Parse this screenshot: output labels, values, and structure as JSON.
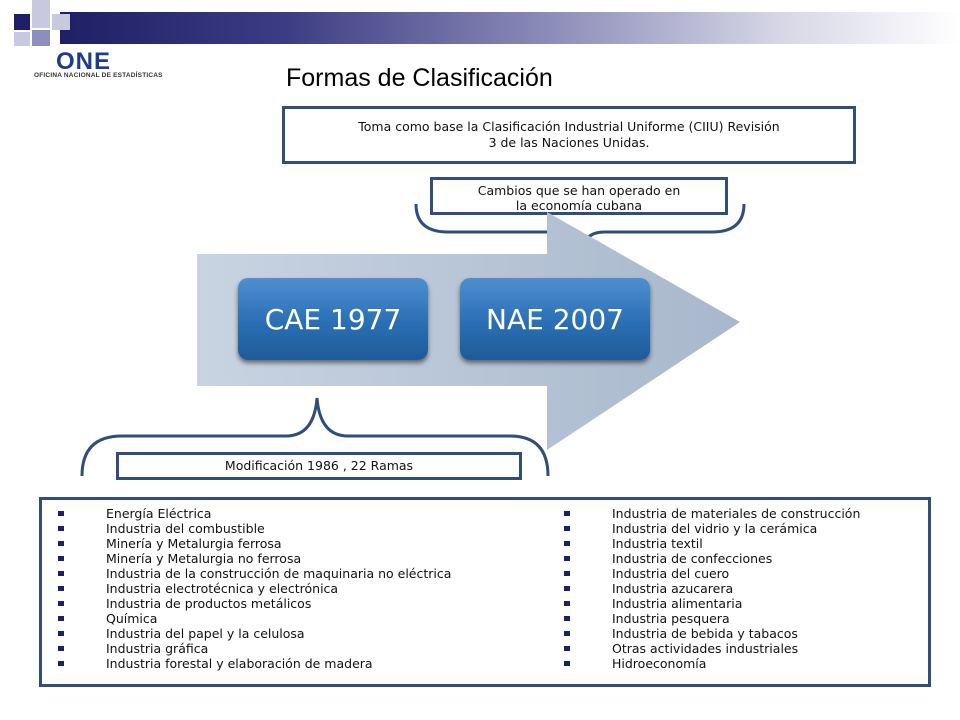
{
  "logo": {
    "mark": "ONE",
    "subtitle": "OFICINA NACIONAL DE ESTADÍSTICAS"
  },
  "title": "Formas de Clasificación",
  "top_box": {
    "line1": "Toma como base la Clasificación Industrial Uniforme (CIIU) Revisión",
    "line2": "3 de las Naciones Unidas."
  },
  "mid_box": {
    "line1": "Cambios que se han operado en",
    "line2": "la economía cubana"
  },
  "stages": [
    "CAE 1977",
    "NAE 2007"
  ],
  "mod_box": "Modificación 1986 , 22 Ramas",
  "colors": {
    "accent": "#2a6fb4",
    "border": "#2f4f7a",
    "header": "#1f1f66"
  },
  "branches_left": [
    "Energía Eléctrica",
    "Industria del combustible",
    "Minería y Metalurgia ferrosa",
    "Minería y Metalurgia no ferrosa",
    "Industria de la construcción de maquinaria no eléctrica",
    "Industria electrotécnica y electrónica",
    "Industria de productos metálicos",
    "Química",
    "Industria del papel y la celulosa",
    "Industria gráfica",
    "Industria forestal y elaboración de madera"
  ],
  "branches_right": [
    "Industria de materiales de construcción",
    "Industria del vidrio y la cerámica",
    "Industria textil",
    "Industria de confecciones",
    "Industria del cuero",
    "Industria azucarera",
    "Industria alimentaria",
    "Industria pesquera",
    "Industria de bebida y tabacos",
    "Otras actividades industriales",
    "Hidroeconomía"
  ]
}
